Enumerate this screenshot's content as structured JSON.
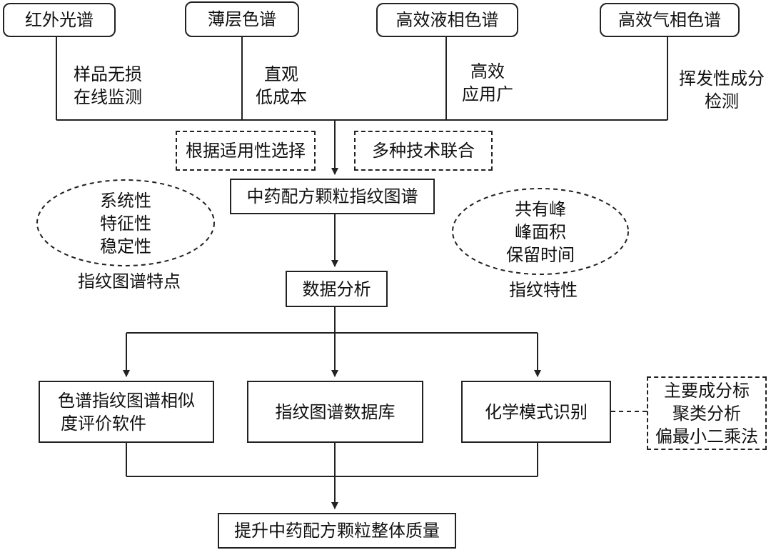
{
  "techniques": {
    "ir": "红外光谱",
    "tlc": "薄层色谱",
    "hplc": "高效液相色谱",
    "gc": "高效气相色谱"
  },
  "technique_notes": {
    "ir": [
      "样品无损",
      "在线监测"
    ],
    "tlc": [
      "直观",
      "低成本"
    ],
    "hplc": [
      "高效",
      "应用广"
    ],
    "gc": [
      "挥发性成分",
      "检测"
    ]
  },
  "selection_notes": {
    "by_applicability": "根据适用性选择",
    "combined": "多种技术联合"
  },
  "fingerprint": "中药配方颗粒指纹图谱",
  "fingerprint_features": {
    "items": [
      "系统性",
      "特征性",
      "稳定性"
    ],
    "caption": "指纹图谱特点"
  },
  "fingerprint_properties": {
    "items": [
      "共有峰",
      "峰面积",
      "保留时间"
    ],
    "caption": "指纹特性"
  },
  "data_analysis": "数据分析",
  "branches": {
    "similarity_software": [
      "色谱指纹图谱相似",
      "度评价软件"
    ],
    "database": "指纹图谱数据库",
    "pattern_recognition": "化学模式识别"
  },
  "pattern_methods": [
    "主要成分标",
    "聚类分析",
    "偏最小二乘法"
  ],
  "goal": "提升中药配方颗粒整体质量"
}
